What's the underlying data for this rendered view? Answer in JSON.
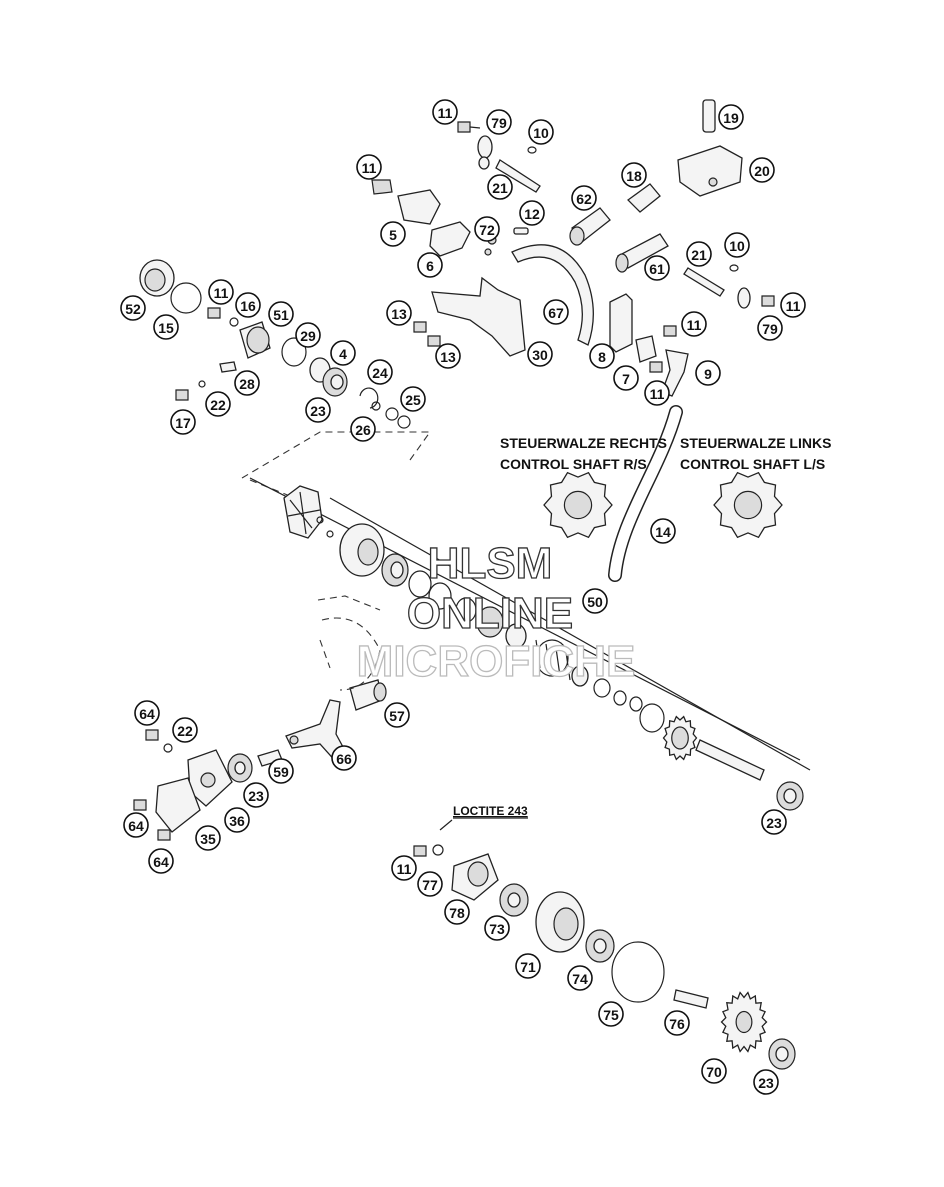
{
  "labels": {
    "control_right_de": "STEUERWALZE RECHTS",
    "control_right_en": "CONTROL SHAFT R/S",
    "control_left_de": "STEUERWALZE LINKS",
    "control_left_en": "CONTROL SHAFT L/S",
    "loctite": "LOCTITE 243"
  },
  "watermark": {
    "line1": "HLSM",
    "line2": "ONLINE",
    "line3": "MICROFICHE"
  },
  "callouts": [
    {
      "id": "c11a",
      "num": "11"
    },
    {
      "id": "c79a",
      "num": "79"
    },
    {
      "id": "c10a",
      "num": "10"
    },
    {
      "id": "c19",
      "num": "19"
    },
    {
      "id": "c11b",
      "num": "11"
    },
    {
      "id": "c21a",
      "num": "21"
    },
    {
      "id": "c18",
      "num": "18"
    },
    {
      "id": "c20",
      "num": "20"
    },
    {
      "id": "c62",
      "num": "62"
    },
    {
      "id": "c72",
      "num": "72"
    },
    {
      "id": "c12",
      "num": "12"
    },
    {
      "id": "c5",
      "num": "5"
    },
    {
      "id": "c6",
      "num": "6"
    },
    {
      "id": "c21b",
      "num": "21"
    },
    {
      "id": "c10b",
      "num": "10"
    },
    {
      "id": "c61",
      "num": "61"
    },
    {
      "id": "c11c",
      "num": "11"
    },
    {
      "id": "c79b",
      "num": "79"
    },
    {
      "id": "c67",
      "num": "67"
    },
    {
      "id": "c13a",
      "num": "13"
    },
    {
      "id": "c13b",
      "num": "13"
    },
    {
      "id": "c30",
      "num": "30"
    },
    {
      "id": "c11d",
      "num": "11"
    },
    {
      "id": "c8",
      "num": "8"
    },
    {
      "id": "c7",
      "num": "7"
    },
    {
      "id": "c11e",
      "num": "11"
    },
    {
      "id": "c9",
      "num": "9"
    },
    {
      "id": "c52",
      "num": "52"
    },
    {
      "id": "c15",
      "num": "15"
    },
    {
      "id": "c11f",
      "num": "11"
    },
    {
      "id": "c16",
      "num": "16"
    },
    {
      "id": "c51",
      "num": "51"
    },
    {
      "id": "c29",
      "num": "29"
    },
    {
      "id": "c4",
      "num": "4"
    },
    {
      "id": "c28",
      "num": "28"
    },
    {
      "id": "c24",
      "num": "24"
    },
    {
      "id": "c17",
      "num": "17"
    },
    {
      "id": "c22a",
      "num": "22"
    },
    {
      "id": "c23a",
      "num": "23"
    },
    {
      "id": "c26",
      "num": "26"
    },
    {
      "id": "c25",
      "num": "25"
    },
    {
      "id": "c14",
      "num": "14"
    },
    {
      "id": "c50",
      "num": "50"
    },
    {
      "id": "c57",
      "num": "57"
    },
    {
      "id": "c64a",
      "num": "64"
    },
    {
      "id": "c22b",
      "num": "22"
    },
    {
      "id": "c66",
      "num": "66"
    },
    {
      "id": "c59",
      "num": "59"
    },
    {
      "id": "c23b",
      "num": "23"
    },
    {
      "id": "c64b",
      "num": "64"
    },
    {
      "id": "c35",
      "num": "35"
    },
    {
      "id": "c36",
      "num": "36"
    },
    {
      "id": "c64c",
      "num": "64"
    },
    {
      "id": "c23c",
      "num": "23"
    },
    {
      "id": "c11g",
      "num": "11"
    },
    {
      "id": "c77",
      "num": "77"
    },
    {
      "id": "c78",
      "num": "78"
    },
    {
      "id": "c73",
      "num": "73"
    },
    {
      "id": "c71",
      "num": "71"
    },
    {
      "id": "c74",
      "num": "74"
    },
    {
      "id": "c75",
      "num": "75"
    },
    {
      "id": "c76",
      "num": "76"
    },
    {
      "id": "c70",
      "num": "70"
    },
    {
      "id": "c23d",
      "num": "23"
    }
  ]
}
